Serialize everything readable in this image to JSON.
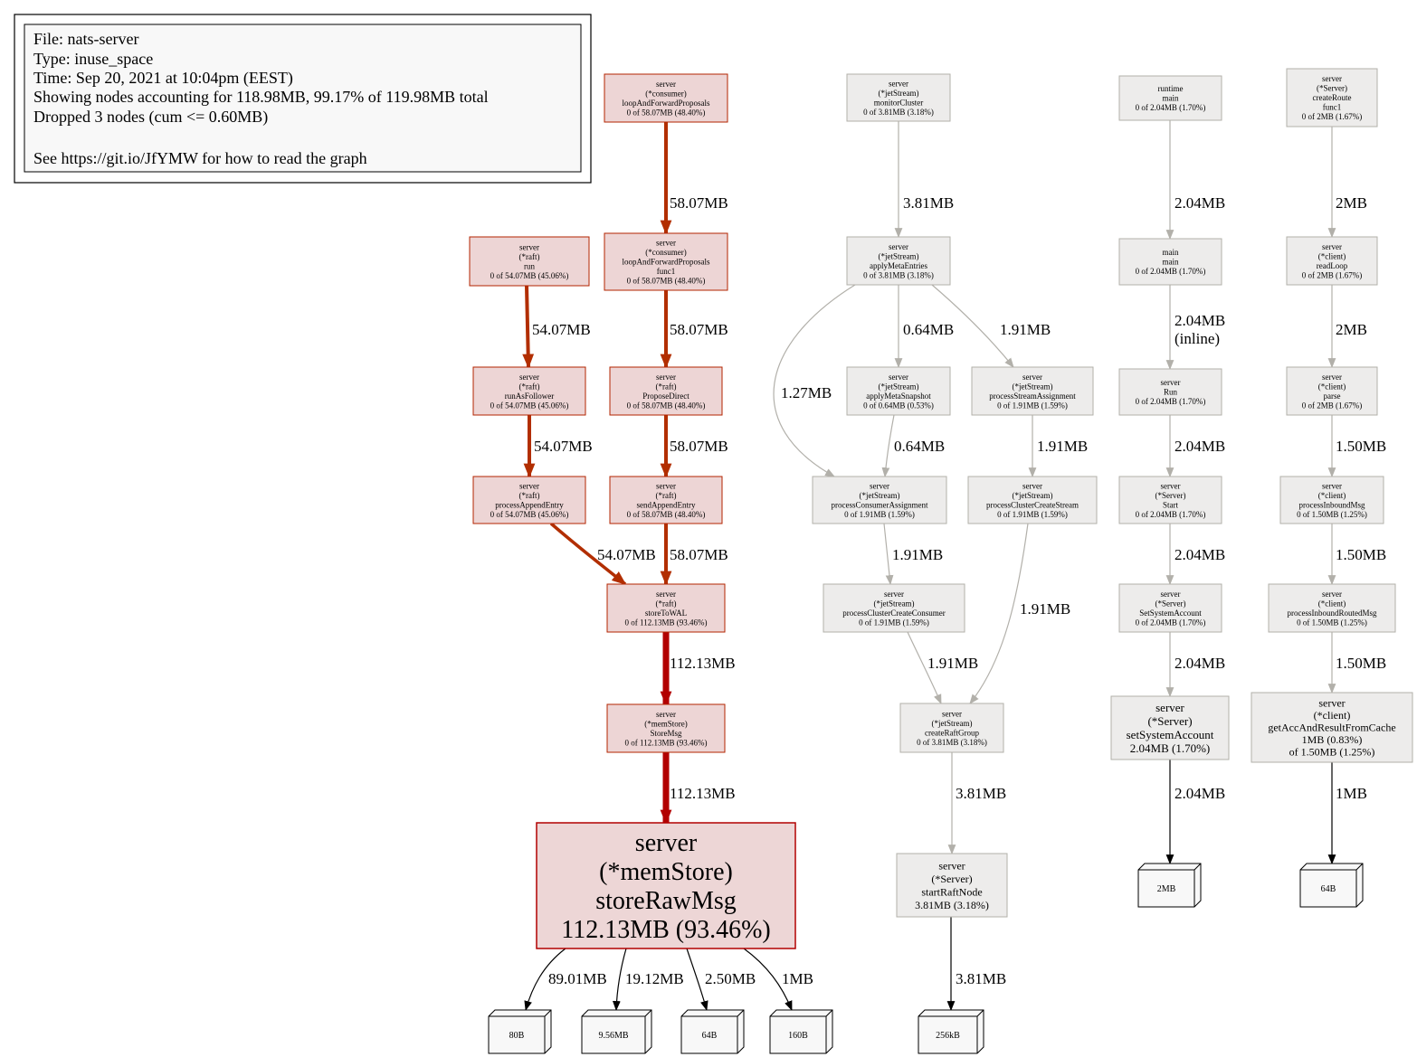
{
  "legend": {
    "lines": [
      "File: nats-server",
      "Type: inuse_space",
      "Time: Sep 20, 2021 at 10:04pm (EEST)",
      "Showing nodes accounting for 118.98MB, 99.17% of 119.98MB total",
      "Dropped 3 nodes (cum <= 0.60MB)",
      "",
      "See https://git.io/JfYMW for how to read the graph"
    ]
  },
  "colors": {
    "hot_fill": "#edd5d5",
    "hot_fill_main": "#edd6d6",
    "hot_stroke": "#b32400",
    "hot_stroke_main": "#b20000",
    "hot_edge": "#b22e00",
    "hot_edge_main": "#b20000",
    "cold_fill": "#edeceb",
    "cold_stroke": "#b2b0aa",
    "cold_edge": "#b2b0aa",
    "leaf_fill": "#f8f8f8",
    "black": "#000000"
  },
  "nodes": [
    {
      "id": "loopAndForward",
      "lines": [
        "server",
        "(*consumer)",
        "loopAndForwardProposals",
        "0 of 58.07MB (48.40%)"
      ],
      "heat": "hot"
    },
    {
      "id": "loopAndForwardFunc1",
      "lines": [
        "server",
        "(*consumer)",
        "loopAndForwardProposals",
        "func1",
        "0 of 58.07MB (48.40%)"
      ],
      "heat": "hot"
    },
    {
      "id": "raftRun",
      "lines": [
        "server",
        "(*raft)",
        "run",
        "0 of 54.07MB (45.06%)"
      ],
      "heat": "hot"
    },
    {
      "id": "runAsFollower",
      "lines": [
        "server",
        "(*raft)",
        "runAsFollower",
        "0 of 54.07MB (45.06%)"
      ],
      "heat": "hot"
    },
    {
      "id": "proposeDirect",
      "lines": [
        "server",
        "(*raft)",
        "ProposeDirect",
        "0 of 58.07MB (48.40%)"
      ],
      "heat": "hot"
    },
    {
      "id": "processAppendEntry",
      "lines": [
        "server",
        "(*raft)",
        "processAppendEntry",
        "0 of 54.07MB (45.06%)"
      ],
      "heat": "hot"
    },
    {
      "id": "sendAppendEntry",
      "lines": [
        "server",
        "(*raft)",
        "sendAppendEntry",
        "0 of 58.07MB (48.40%)"
      ],
      "heat": "hot"
    },
    {
      "id": "storeToWAL",
      "lines": [
        "server",
        "(*raft)",
        "storeToWAL",
        "0 of 112.13MB (93.46%)"
      ],
      "heat": "hot"
    },
    {
      "id": "storeMsg",
      "lines": [
        "server",
        "(*memStore)",
        "StoreMsg",
        "0 of 112.13MB (93.46%)"
      ],
      "heat": "hot"
    },
    {
      "id": "storeRawMsg",
      "lines": [
        "server",
        "(*memStore)",
        "storeRawMsg",
        "112.13MB (93.46%)"
      ],
      "heat": "main"
    },
    {
      "id": "monitorCluster",
      "lines": [
        "server",
        "(*jetStream)",
        "monitorCluster",
        "0 of 3.81MB (3.18%)"
      ],
      "heat": "cold"
    },
    {
      "id": "applyMetaEntries",
      "lines": [
        "server",
        "(*jetStream)",
        "applyMetaEntries",
        "0 of 3.81MB (3.18%)"
      ],
      "heat": "cold"
    },
    {
      "id": "applyMetaSnapshot",
      "lines": [
        "server",
        "(*jetStream)",
        "applyMetaSnapshot",
        "0 of 0.64MB (0.53%)"
      ],
      "heat": "cold"
    },
    {
      "id": "processStreamAssignment",
      "lines": [
        "server",
        "(*jetStream)",
        "processStreamAssignment",
        "0 of 1.91MB (1.59%)"
      ],
      "heat": "cold"
    },
    {
      "id": "processConsumerAssignment",
      "lines": [
        "server",
        "(*jetStream)",
        "processConsumerAssignment",
        "0 of 1.91MB (1.59%)"
      ],
      "heat": "cold"
    },
    {
      "id": "processClusterCreateStream",
      "lines": [
        "server",
        "(*jetStream)",
        "processClusterCreateStream",
        "0 of 1.91MB (1.59%)"
      ],
      "heat": "cold"
    },
    {
      "id": "processClusterCreateConsumer",
      "lines": [
        "server",
        "(*jetStream)",
        "processClusterCreateConsumer",
        "0 of 1.91MB (1.59%)"
      ],
      "heat": "cold"
    },
    {
      "id": "createRaftGroup",
      "lines": [
        "server",
        "(*jetStream)",
        "createRaftGroup",
        "0 of 3.81MB (3.18%)"
      ],
      "heat": "cold"
    },
    {
      "id": "startRaftNode",
      "lines": [
        "server",
        "(*Server)",
        "startRaftNode",
        "3.81MB (3.18%)"
      ],
      "heat": "coldflat"
    },
    {
      "id": "runtimeMain",
      "lines": [
        "runtime",
        "main",
        "0 of 2.04MB (1.70%)"
      ],
      "heat": "cold"
    },
    {
      "id": "mainMain",
      "lines": [
        "main",
        "main",
        "0 of 2.04MB (1.70%)"
      ],
      "heat": "cold"
    },
    {
      "id": "serverRun",
      "lines": [
        "server",
        "Run",
        "0 of 2.04MB (1.70%)"
      ],
      "heat": "cold"
    },
    {
      "id": "serverStart",
      "lines": [
        "server",
        "(*Server)",
        "Start",
        "0 of 2.04MB (1.70%)"
      ],
      "heat": "cold"
    },
    {
      "id": "setSystemAccountUpper",
      "lines": [
        "server",
        "(*Server)",
        "SetSystemAccount",
        "0 of 2.04MB (1.70%)"
      ],
      "heat": "cold"
    },
    {
      "id": "setSystemAccount",
      "lines": [
        "server",
        "(*Server)",
        "setSystemAccount",
        "2.04MB (1.70%)"
      ],
      "heat": "coldflat"
    },
    {
      "id": "createRouteFunc1",
      "lines": [
        "server",
        "(*Server)",
        "createRoute",
        "func1",
        "0 of 2MB (1.67%)"
      ],
      "heat": "cold"
    },
    {
      "id": "readLoop",
      "lines": [
        "server",
        "(*client)",
        "readLoop",
        "0 of 2MB (1.67%)"
      ],
      "heat": "cold"
    },
    {
      "id": "parse",
      "lines": [
        "server",
        "(*client)",
        "parse",
        "0 of 2MB (1.67%)"
      ],
      "heat": "cold"
    },
    {
      "id": "processInboundMsg",
      "lines": [
        "server",
        "(*client)",
        "processInboundMsg",
        "0 of 1.50MB (1.25%)"
      ],
      "heat": "cold"
    },
    {
      "id": "processInboundRoutedMsg",
      "lines": [
        "server",
        "(*client)",
        "processInboundRoutedMsg",
        "0 of 1.50MB (1.25%)"
      ],
      "heat": "cold"
    },
    {
      "id": "getAccAndResult",
      "lines": [
        "server",
        "(*client)",
        "getAccAndResultFromCache",
        "1MB (0.83%)",
        "of 1.50MB (1.25%)"
      ],
      "heat": "coldflat"
    },
    {
      "id": "leaf80B",
      "lines": [
        "80B"
      ],
      "heat": "leaf"
    },
    {
      "id": "leaf956MB",
      "lines": [
        "9.56MB"
      ],
      "heat": "leaf"
    },
    {
      "id": "leaf64B_a",
      "lines": [
        "64B"
      ],
      "heat": "leaf"
    },
    {
      "id": "leaf160B",
      "lines": [
        "160B"
      ],
      "heat": "leaf"
    },
    {
      "id": "leaf256kB",
      "lines": [
        "256kB"
      ],
      "heat": "leaf"
    },
    {
      "id": "leaf2MB",
      "lines": [
        "2MB"
      ],
      "heat": "leaf"
    },
    {
      "id": "leaf64B_b",
      "lines": [
        "64B"
      ],
      "heat": "leaf"
    }
  ],
  "edges": [
    {
      "from": "loopAndForward",
      "to": "loopAndForwardFunc1",
      "label": [
        "58.07MB"
      ],
      "heat": "hot"
    },
    {
      "from": "loopAndForwardFunc1",
      "to": "proposeDirect",
      "label": [
        "58.07MB"
      ],
      "heat": "hot"
    },
    {
      "from": "raftRun",
      "to": "runAsFollower",
      "label": [
        "54.07MB"
      ],
      "heat": "hot"
    },
    {
      "from": "runAsFollower",
      "to": "processAppendEntry",
      "label": [
        "54.07MB"
      ],
      "heat": "hot"
    },
    {
      "from": "proposeDirect",
      "to": "sendAppendEntry",
      "label": [
        "58.07MB"
      ],
      "heat": "hot"
    },
    {
      "from": "processAppendEntry",
      "to": "storeToWAL",
      "label": [
        "54.07MB"
      ],
      "heat": "hot"
    },
    {
      "from": "sendAppendEntry",
      "to": "storeToWAL",
      "label": [
        "58.07MB"
      ],
      "heat": "hot"
    },
    {
      "from": "storeToWAL",
      "to": "storeMsg",
      "label": [
        "112.13MB"
      ],
      "heat": "main"
    },
    {
      "from": "storeMsg",
      "to": "storeRawMsg",
      "label": [
        "112.13MB"
      ],
      "heat": "main"
    },
    {
      "from": "storeRawMsg",
      "to": "leaf80B",
      "label": [
        "89.01MB"
      ],
      "heat": "black"
    },
    {
      "from": "storeRawMsg",
      "to": "leaf956MB",
      "label": [
        "19.12MB"
      ],
      "heat": "black"
    },
    {
      "from": "storeRawMsg",
      "to": "leaf64B_a",
      "label": [
        "2.50MB"
      ],
      "heat": "black"
    },
    {
      "from": "storeRawMsg",
      "to": "leaf160B",
      "label": [
        "1MB"
      ],
      "heat": "black"
    },
    {
      "from": "monitorCluster",
      "to": "applyMetaEntries",
      "label": [
        "3.81MB"
      ],
      "heat": "cold"
    },
    {
      "from": "applyMetaEntries",
      "to": "processConsumerAssignment",
      "label": [
        "1.27MB"
      ],
      "heat": "cold"
    },
    {
      "from": "applyMetaEntries",
      "to": "applyMetaSnapshot",
      "label": [
        "0.64MB"
      ],
      "heat": "cold"
    },
    {
      "from": "applyMetaEntries",
      "to": "processStreamAssignment",
      "label": [
        "1.91MB"
      ],
      "heat": "cold"
    },
    {
      "from": "applyMetaSnapshot",
      "to": "processConsumerAssignment",
      "label": [
        "0.64MB"
      ],
      "heat": "cold"
    },
    {
      "from": "processStreamAssignment",
      "to": "processClusterCreateStream",
      "label": [
        "1.91MB"
      ],
      "heat": "cold"
    },
    {
      "from": "processConsumerAssignment",
      "to": "processClusterCreateConsumer",
      "label": [
        "1.91MB"
      ],
      "heat": "cold"
    },
    {
      "from": "processClusterCreateStream",
      "to": "createRaftGroup",
      "label": [
        "1.91MB"
      ],
      "heat": "cold"
    },
    {
      "from": "processClusterCreateConsumer",
      "to": "createRaftGroup",
      "label": [
        "1.91MB"
      ],
      "heat": "cold"
    },
    {
      "from": "createRaftGroup",
      "to": "startRaftNode",
      "label": [
        "3.81MB"
      ],
      "heat": "cold"
    },
    {
      "from": "startRaftNode",
      "to": "leaf256kB",
      "label": [
        "3.81MB"
      ],
      "heat": "black"
    },
    {
      "from": "runtimeMain",
      "to": "mainMain",
      "label": [
        "2.04MB"
      ],
      "heat": "cold"
    },
    {
      "from": "mainMain",
      "to": "serverRun",
      "label": [
        "2.04MB",
        "(inline)"
      ],
      "heat": "cold"
    },
    {
      "from": "serverRun",
      "to": "serverStart",
      "label": [
        "2.04MB"
      ],
      "heat": "cold"
    },
    {
      "from": "serverStart",
      "to": "setSystemAccountUpper",
      "label": [
        "2.04MB"
      ],
      "heat": "cold"
    },
    {
      "from": "setSystemAccountUpper",
      "to": "setSystemAccount",
      "label": [
        "2.04MB"
      ],
      "heat": "cold"
    },
    {
      "from": "setSystemAccount",
      "to": "leaf2MB",
      "label": [
        "2.04MB"
      ],
      "heat": "black"
    },
    {
      "from": "createRouteFunc1",
      "to": "readLoop",
      "label": [
        "2MB"
      ],
      "heat": "cold"
    },
    {
      "from": "readLoop",
      "to": "parse",
      "label": [
        "2MB"
      ],
      "heat": "cold"
    },
    {
      "from": "parse",
      "to": "processInboundMsg",
      "label": [
        "1.50MB"
      ],
      "heat": "cold"
    },
    {
      "from": "processInboundMsg",
      "to": "processInboundRoutedMsg",
      "label": [
        "1.50MB"
      ],
      "heat": "cold"
    },
    {
      "from": "processInboundRoutedMsg",
      "to": "getAccAndResult",
      "label": [
        "1.50MB"
      ],
      "heat": "cold"
    },
    {
      "from": "getAccAndResult",
      "to": "leaf64B_b",
      "label": [
        "1MB"
      ],
      "heat": "black"
    }
  ]
}
